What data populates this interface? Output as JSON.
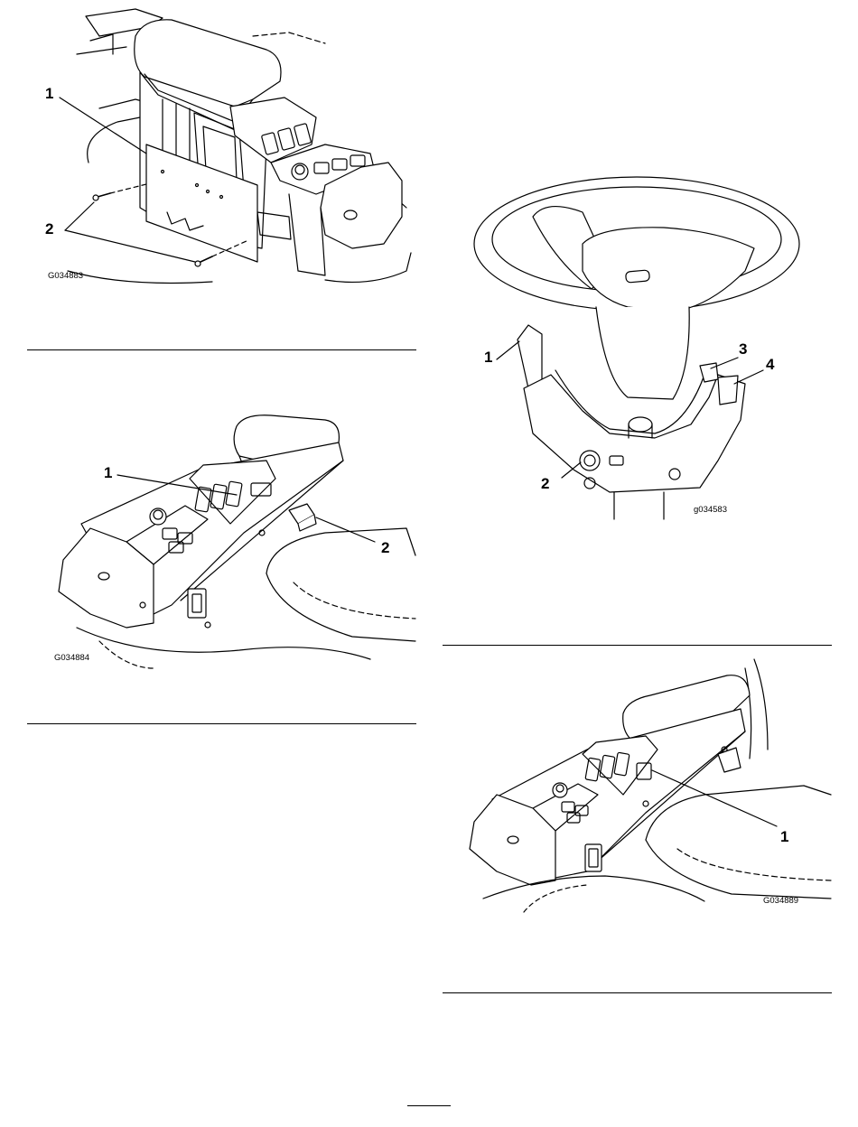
{
  "figures": {
    "fig1": {
      "id": "G034883",
      "callouts": [
        "1",
        "2"
      ]
    },
    "fig2": {
      "id": "G034884",
      "callouts": [
        "1",
        "2"
      ]
    },
    "fig3": {
      "id": "g034583",
      "callouts": [
        "1",
        "2",
        "3",
        "4"
      ]
    },
    "fig4": {
      "id": "G034889",
      "callouts": [
        "1"
      ]
    }
  },
  "page_number": ""
}
